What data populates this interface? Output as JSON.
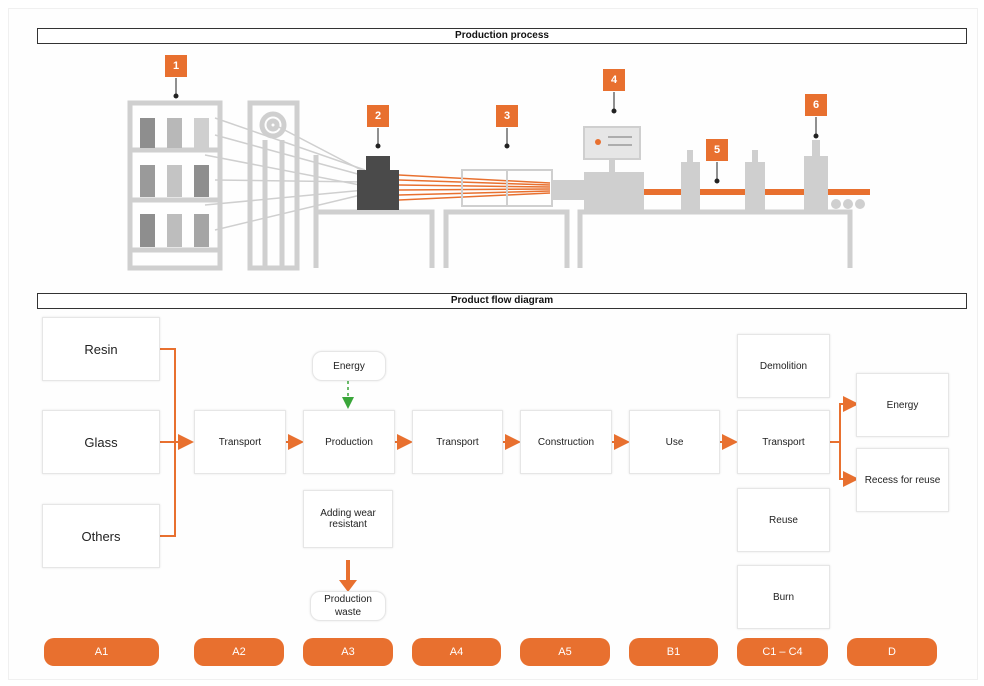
{
  "colors": {
    "accent": "#e8702f",
    "machine_gray": "#cfcfcf",
    "dark_gray": "#4a4a4a",
    "energy_arrow": "#3aa63a"
  },
  "production_process": {
    "title": "Production process",
    "markers": [
      "1",
      "2",
      "3",
      "4",
      "5",
      "6"
    ]
  },
  "flow_diagram": {
    "title": "Product flow diagram",
    "inputs": [
      "Resin",
      "Glass",
      "Others"
    ],
    "main_flow": [
      "Transport",
      "Production",
      "Transport",
      "Construction",
      "Use",
      "Transport"
    ],
    "energy_input": "Energy",
    "adding": "Adding wear resistant",
    "production_waste": "Production waste",
    "end_of_life": [
      "Demolition",
      "Reuse",
      "Burn"
    ],
    "outputs": [
      "Energy",
      "Recess for reuse"
    ],
    "stages": [
      "A1",
      "A2",
      "A3",
      "A4",
      "A5",
      "B1",
      "C1 – C4",
      "D"
    ]
  }
}
